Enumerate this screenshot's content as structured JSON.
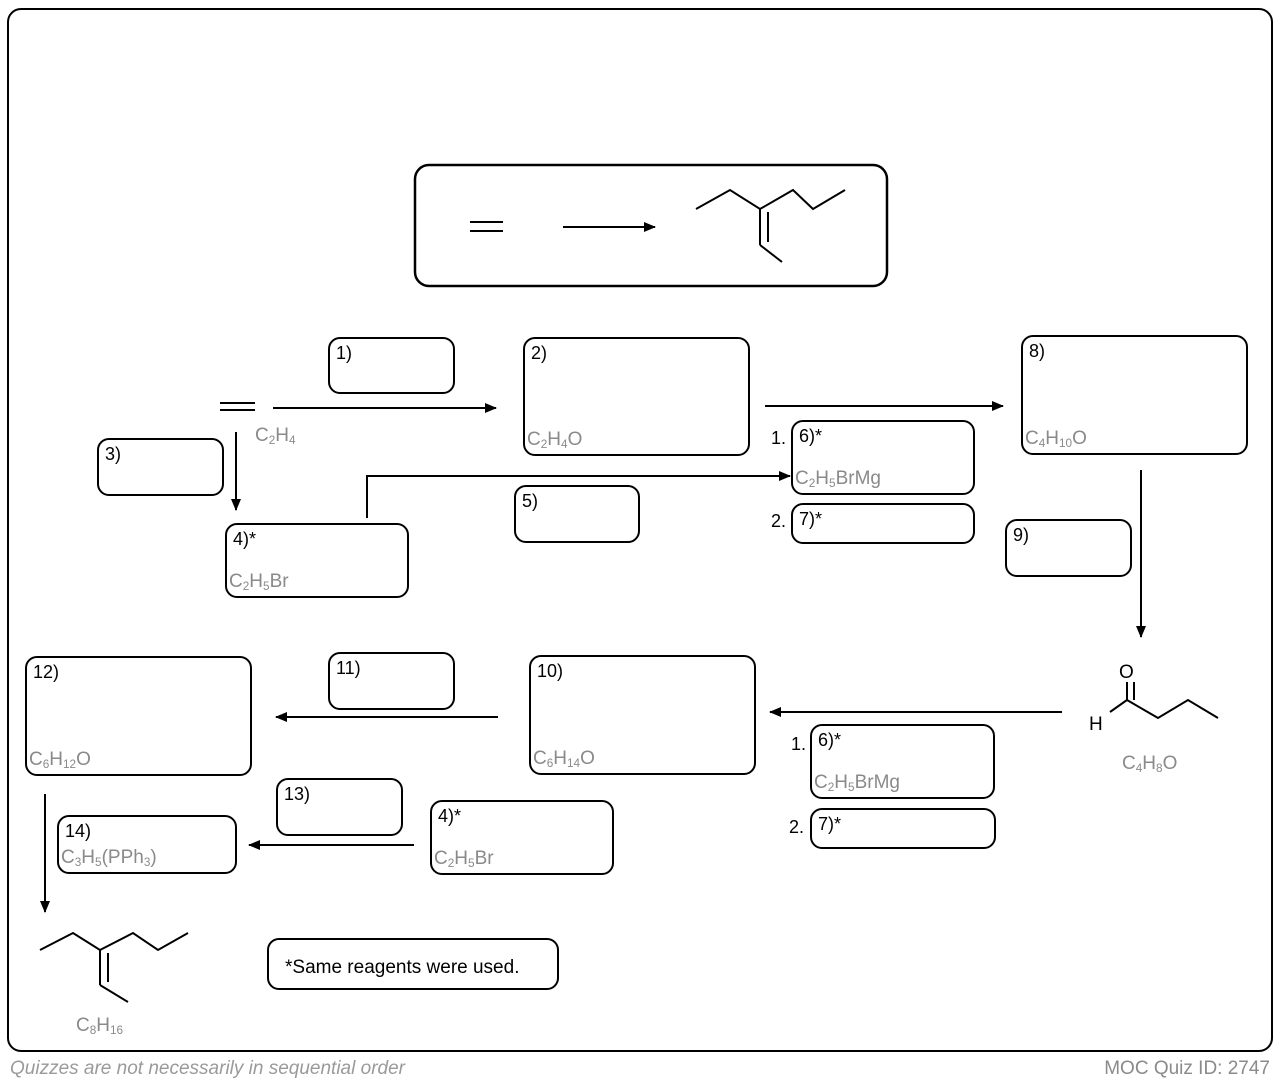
{
  "boxes": {
    "b1": {
      "num": "1)"
    },
    "b2": {
      "num": "2)",
      "formula": [
        "C",
        "2",
        "H",
        "4",
        "O",
        ""
      ]
    },
    "b3": {
      "num": "3)"
    },
    "b4a": {
      "num": "4)*",
      "formula": [
        "C",
        "2",
        "H",
        "5",
        "Br",
        ""
      ]
    },
    "b5": {
      "num": "5)"
    },
    "b6a": {
      "prefix": "1.",
      "num": "6)*",
      "formula": [
        "C",
        "2",
        "H",
        "5",
        "BrMg",
        ""
      ]
    },
    "b7a": {
      "prefix": "2.",
      "num": "7)*"
    },
    "b8": {
      "num": "8)",
      "formula": [
        "C",
        "4",
        "H",
        "10",
        "O",
        ""
      ]
    },
    "b9": {
      "num": "9)"
    },
    "b10": {
      "num": "10)",
      "formula": [
        "C",
        "6",
        "H",
        "14",
        "O",
        ""
      ]
    },
    "b11": {
      "num": "11)"
    },
    "b12": {
      "num": "12)",
      "formula": [
        "C",
        "6",
        "H",
        "12",
        "O",
        ""
      ]
    },
    "b6b": {
      "prefix": "1.",
      "num": "6)*",
      "formula": [
        "C",
        "2",
        "H",
        "5",
        "BrMg",
        ""
      ]
    },
    "b7b": {
      "prefix": "2.",
      "num": "7)*"
    },
    "b13": {
      "num": "13)"
    },
    "b4b": {
      "num": "4)*",
      "formula": [
        "C",
        "2",
        "H",
        "5",
        "Br",
        ""
      ]
    },
    "b14": {
      "num": "14)",
      "formula": [
        "C",
        "3",
        "H",
        "5",
        "(PPh",
        "3",
        ")"
      ]
    }
  },
  "labels": {
    "ethylene": [
      "C",
      "2",
      "H",
      "4",
      "",
      ""
    ],
    "butanal": [
      "C",
      "4",
      "H",
      "8",
      "O",
      ""
    ],
    "product": [
      "C",
      "8",
      "H",
      "16",
      "",
      ""
    ],
    "aldehyde_O": "O",
    "aldehyde_H": "H"
  },
  "note": "*Same reagents were used.",
  "footer": {
    "left": "Quizzes are not necessarily in sequential order",
    "right": "MOC Quiz ID: 2747"
  }
}
